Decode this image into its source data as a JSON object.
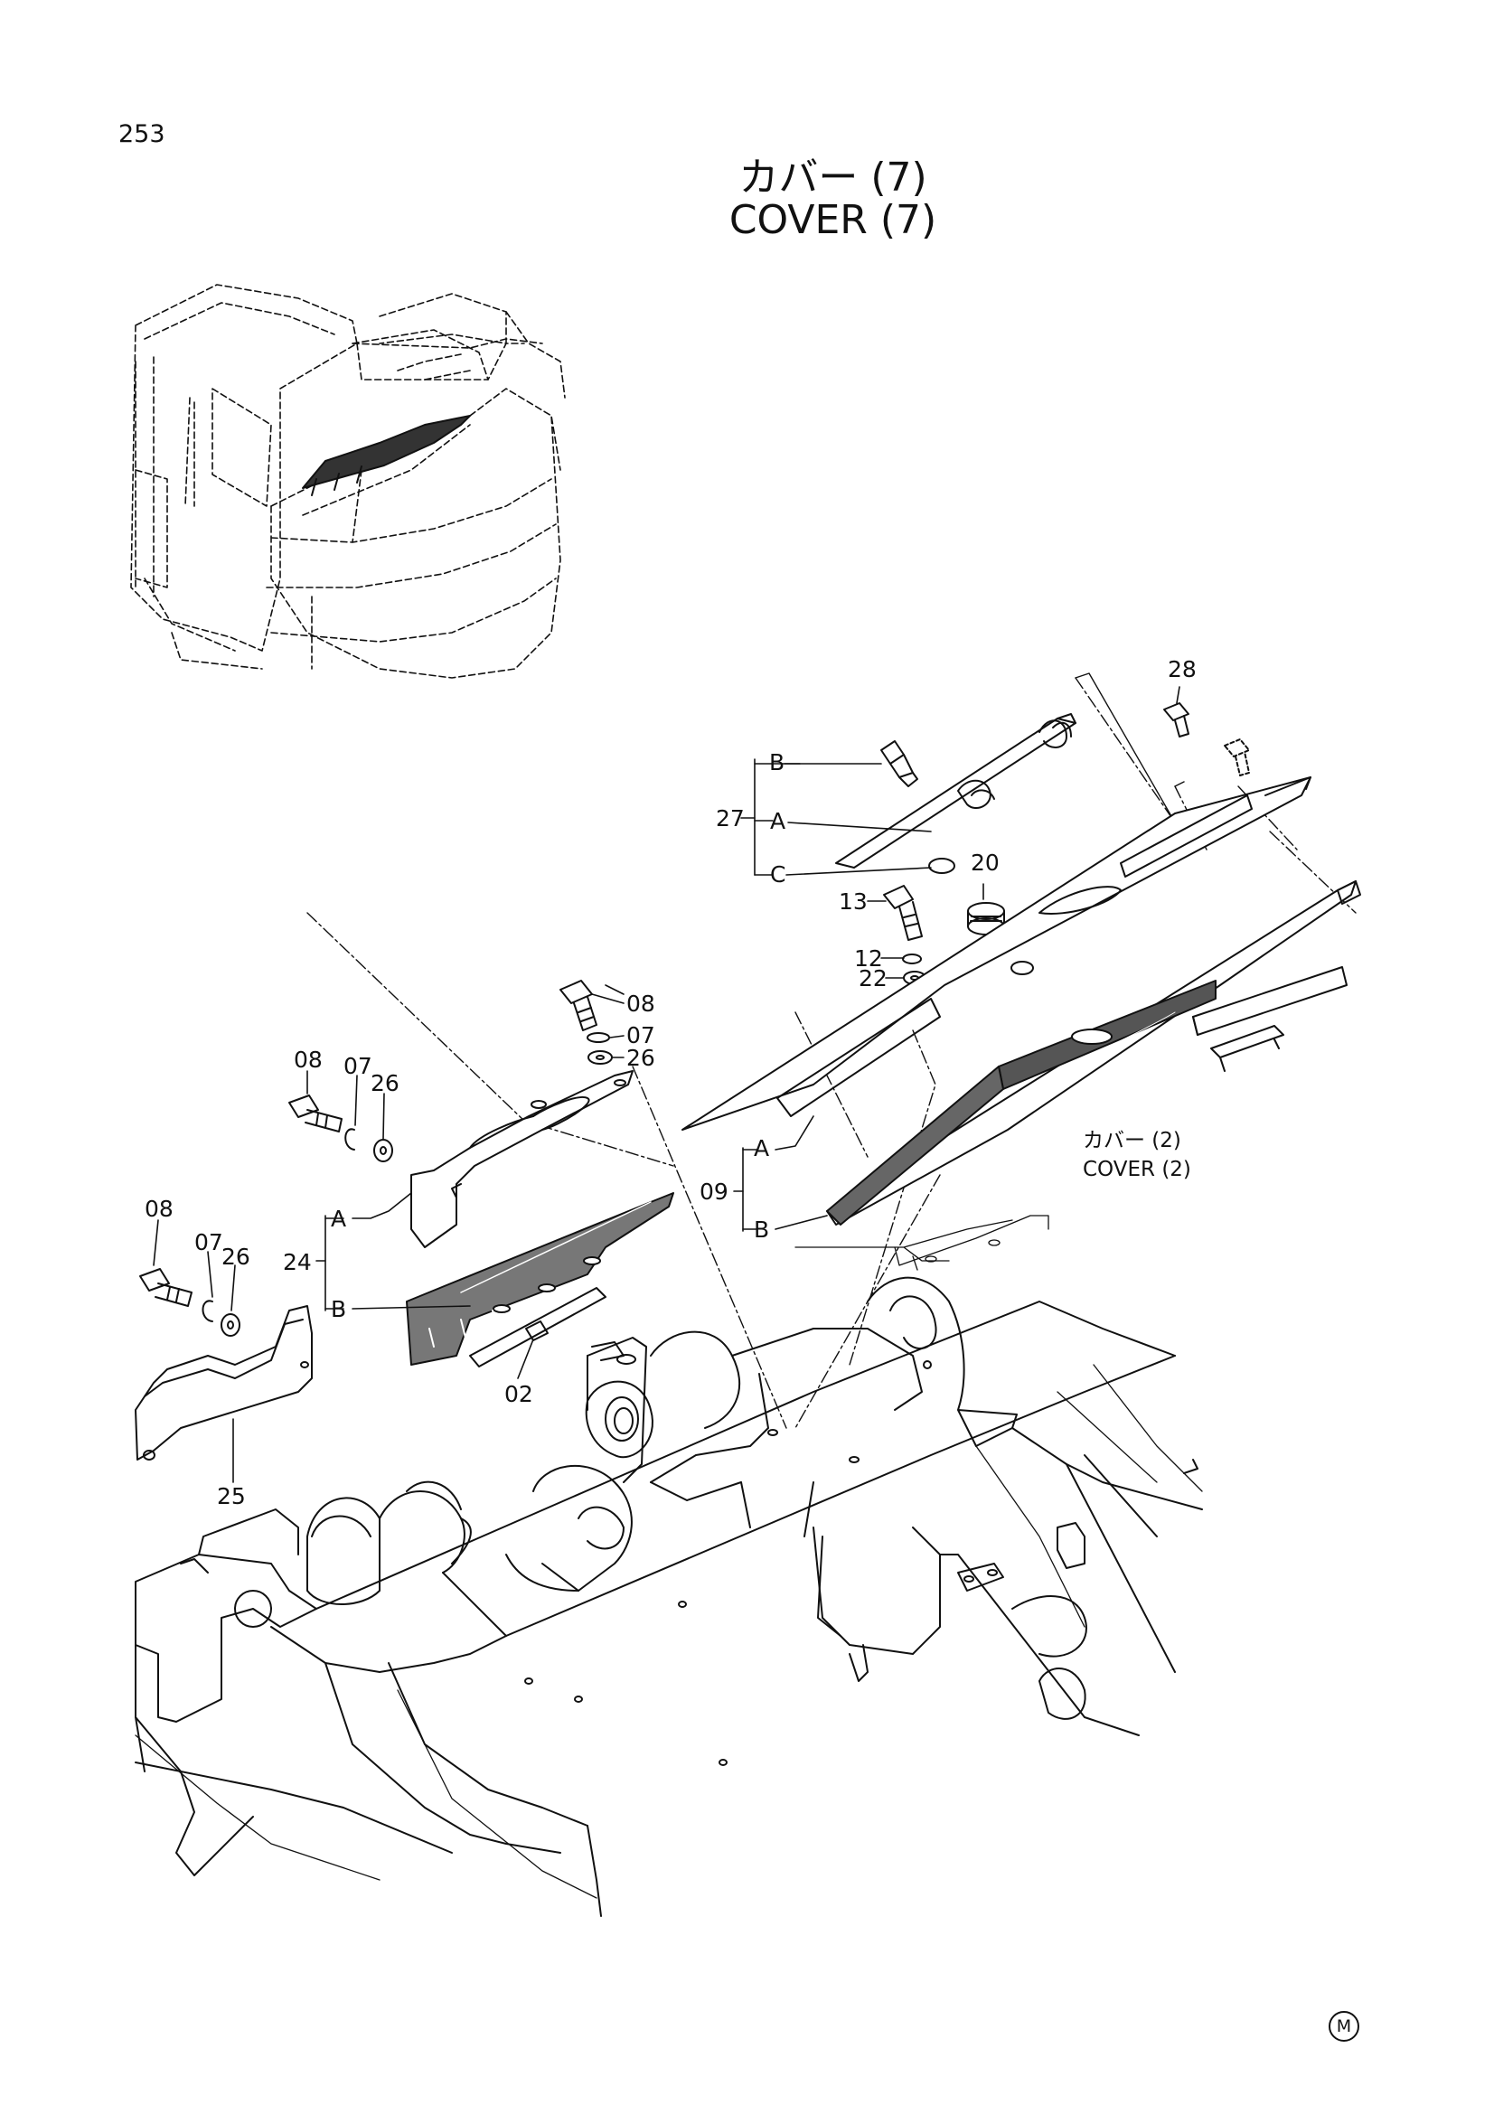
{
  "page": {
    "number": "253",
    "title_jp": "カバー (7)",
    "title_en": "COVER (7)",
    "mark": "M"
  },
  "callouts": {
    "c28": "28",
    "c27": "27",
    "c27a": "A",
    "c27b": "B",
    "c27c": "C",
    "c20": "20",
    "c13": "13",
    "c12": "12",
    "c22": "22",
    "c08_top": "08",
    "c07_top": "07",
    "c26_top": "26",
    "c08_mid": "08",
    "c07_mid": "07",
    "c26_mid": "26",
    "c24": "24",
    "c24a": "A",
    "c24b": "B",
    "c09": "09",
    "c09a": "A",
    "c09b": "B",
    "c08_low": "08",
    "c07_low": "07",
    "c26_low": "26",
    "c02": "02",
    "c25": "25",
    "ref_jp": "カバー (2)",
    "ref_en": "COVER (2)"
  }
}
